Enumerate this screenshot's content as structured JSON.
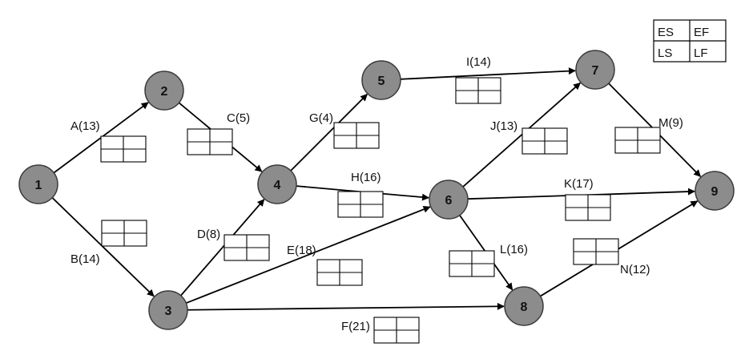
{
  "nodes": [
    {
      "id": "1",
      "label": "1"
    },
    {
      "id": "2",
      "label": "2"
    },
    {
      "id": "3",
      "label": "3"
    },
    {
      "id": "4",
      "label": "4"
    },
    {
      "id": "5",
      "label": "5"
    },
    {
      "id": "6",
      "label": "6"
    },
    {
      "id": "7",
      "label": "7"
    },
    {
      "id": "8",
      "label": "8"
    },
    {
      "id": "9",
      "label": "9"
    }
  ],
  "activities": [
    {
      "id": "A",
      "label": "A(13)",
      "from": "1",
      "to": "2"
    },
    {
      "id": "B",
      "label": "B(14)",
      "from": "1",
      "to": "3"
    },
    {
      "id": "C",
      "label": "C(5)",
      "from": "2",
      "to": "4"
    },
    {
      "id": "D",
      "label": "D(8)",
      "from": "3",
      "to": "4"
    },
    {
      "id": "E",
      "label": "E(18)",
      "from": "3",
      "to": "6"
    },
    {
      "id": "F",
      "label": "F(21)",
      "from": "3",
      "to": "8"
    },
    {
      "id": "G",
      "label": "G(4)",
      "from": "4",
      "to": "5"
    },
    {
      "id": "H",
      "label": "H(16)",
      "from": "4",
      "to": "6"
    },
    {
      "id": "I",
      "label": "I(14)",
      "from": "5",
      "to": "7"
    },
    {
      "id": "J",
      "label": "J(13)",
      "from": "6",
      "to": "7"
    },
    {
      "id": "K",
      "label": "K(17)",
      "from": "6",
      "to": "9"
    },
    {
      "id": "L",
      "label": "L(16)",
      "from": "6",
      "to": "8"
    },
    {
      "id": "M",
      "label": "M(9)",
      "from": "7",
      "to": "9"
    },
    {
      "id": "N",
      "label": "N(12)",
      "from": "8",
      "to": "9"
    }
  ],
  "legend": {
    "es": "ES",
    "ef": "EF",
    "ls": "LS",
    "lf": "LF"
  },
  "colors": {
    "node_fill": "#8c8c8c",
    "node_stroke": "#3a3a3a",
    "line": "#000000"
  }
}
